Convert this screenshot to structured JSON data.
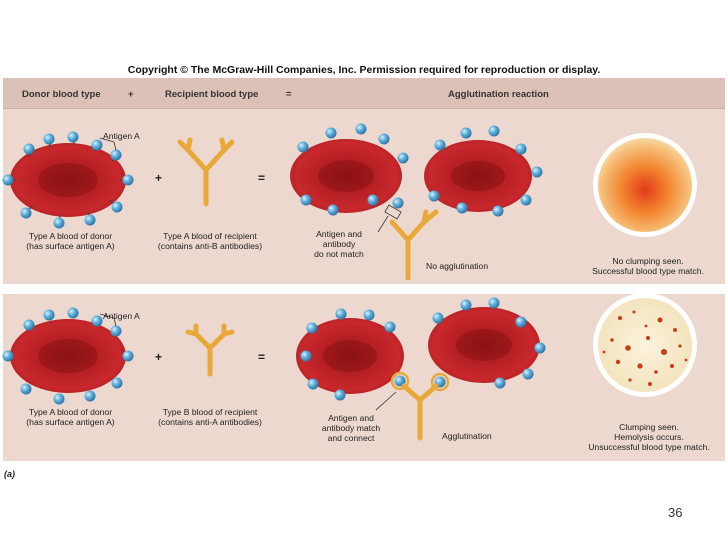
{
  "copyright": "Copyright © The McGraw-Hill Companies, Inc. Permission required for reproduction or display.",
  "header": {
    "donor": "Donor blood type",
    "plus": "+",
    "recipient": "Recipient blood type",
    "equals": "=",
    "reaction": "Agglutination reaction"
  },
  "row1": {
    "antigen_label": "Antigen A",
    "plus": "+",
    "equals": "=",
    "donor_label_1": "Type A blood of donor",
    "donor_label_2": "(has surface antigen A)",
    "recipient_label_1": "Type A blood of recipient",
    "recipient_label_2": "(contains anti-B antibodies)",
    "match_label_1": "Antigen and",
    "match_label_2": "antibody",
    "match_label_3": "do not match",
    "result_label": "No agglutination",
    "outcome_1": "No clumping seen.",
    "outcome_2": "Successful blood type match."
  },
  "row2": {
    "antigen_label": "Antigen A",
    "plus": "+",
    "equals": "=",
    "donor_label_1": "Type A blood of donor",
    "donor_label_2": "(has surface antigen A)",
    "recipient_label_1": "Type B blood of recipient",
    "recipient_label_2": "(contains anti-A antibodies)",
    "match_label_1": "Antigen and",
    "match_label_2": "antibody match",
    "match_label_3": "and connect",
    "result_label": "Agglutination",
    "outcome_1": "Clumping seen.",
    "outcome_2": "Hemolysis occurs.",
    "outcome_3": "Unsuccessful blood type match."
  },
  "figure_letter": "(a)",
  "page_number": "36",
  "colors": {
    "panel": "#ecd8cf",
    "header": "#dcc2b6",
    "cell": "#c0252a",
    "antigen": "#5fb0dc",
    "antibody": "#f2b845"
  }
}
